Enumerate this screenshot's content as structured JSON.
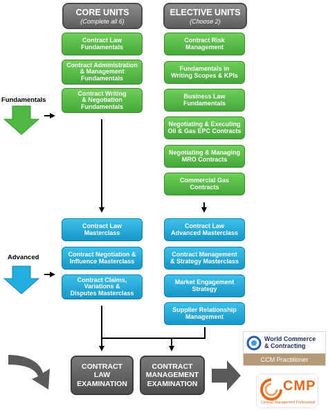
{
  "headers": {
    "core": {
      "title": "CORE UNITS",
      "subtitle": "(Complete all 6)"
    },
    "elective": {
      "title": "ELECTIVE UNITS",
      "subtitle": "(Choose 2)"
    }
  },
  "side_labels": {
    "fundamentals": "Fundamentals",
    "advanced": "Advanced"
  },
  "core_fundamentals": [
    "Contract Law\nFundamentals",
    "Contract Administration\n& Management\nFundamentals",
    "Contract Writing\n& Negotiation\nFundamentals"
  ],
  "core_advanced": [
    "Contract Law\nMasterclass",
    "Contract Negotiation &\nInfluence Masterclass",
    "Contract Claims,\nVariations &\nDisputes Masterclass"
  ],
  "elective_fundamentals": [
    "Contract Risk\nManagement",
    "Fundamentals in\nWriting Scopes & KPIs",
    "Business Law\nFundamentals",
    "Negotiating & Executing\nOil & Gas EPC Contracts",
    "Negotiating & Managing\nMRO Contracts",
    "Commercial Gas\nContracts"
  ],
  "elective_advanced": [
    "Contract Law\nAdvanced Masterclass",
    "Contract Management\n& Strategy Masterclass",
    "Market Engagement\nStrategy",
    "Supplier Relationship\nManagement"
  ],
  "exams": {
    "law": "CONTRACT\nLAW\nEXAMINATION",
    "management": "CONTRACT\nMANAGEMENT\nEXAMINATION"
  },
  "logos": {
    "wcc_name": "World Commerce\n& Contracting",
    "wcc_band": "CCM Practitioner",
    "cmp_main": "CMP",
    "cmp_sub": "Contract Management Professional"
  },
  "colors": {
    "green": "#45a83a",
    "blue": "#1596c8",
    "gray_header": "#6e6e6e",
    "exam_gray": "#5a5a5a",
    "cmp_orange": "#e06a1f",
    "wcc_navy": "#1f2d5a"
  }
}
